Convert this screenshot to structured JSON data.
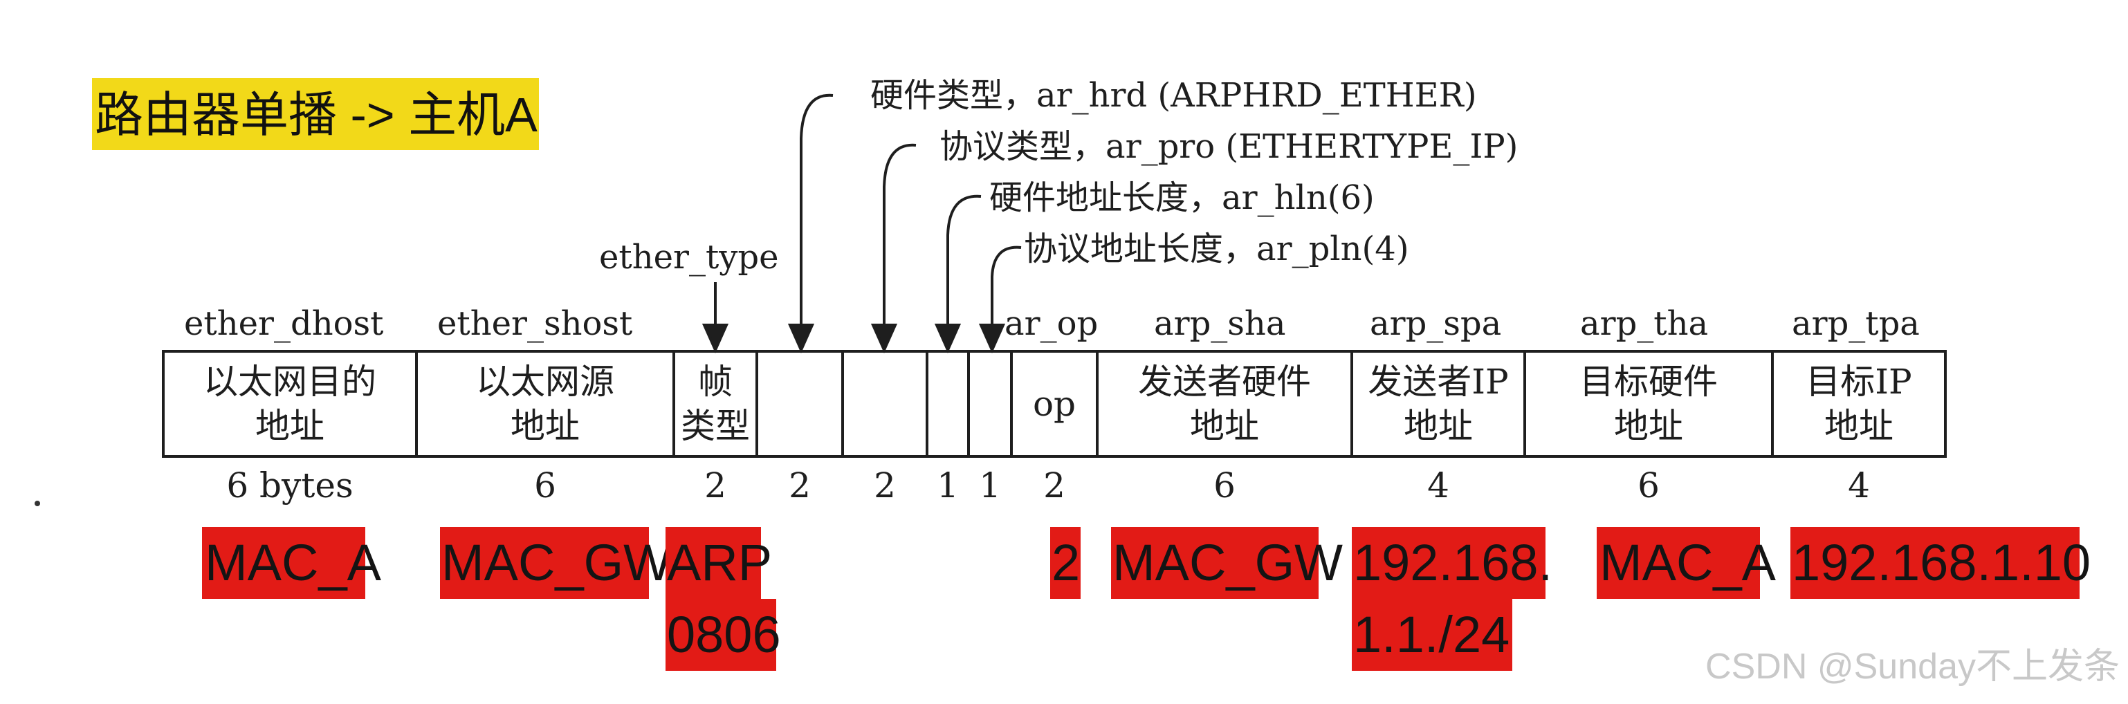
{
  "title": "路由器单播 -> 主机A",
  "annotations": {
    "ether_type": "ether_type",
    "hw_type": "硬件类型，ar_hrd (ARPHRD_ETHER)",
    "proto_type": "协议类型，ar_pro (ETHERTYPE_IP)",
    "hw_len": "硬件地址长度，ar_hln(6)",
    "proto_len": "协议地址长度，ar_pln(4)"
  },
  "field_names": [
    "ether_dhost",
    "ether_shost",
    "ar_op",
    "arp_sha",
    "arp_spa",
    "arp_tha",
    "arp_tpa"
  ],
  "cells": [
    {
      "line1": "以太网目的",
      "line2": "地址"
    },
    {
      "line1": "以太网源",
      "line2": "地址"
    },
    {
      "line1": "帧",
      "line2": "类型"
    },
    {
      "line1": "",
      "line2": ""
    },
    {
      "line1": "",
      "line2": ""
    },
    {
      "line1": "",
      "line2": ""
    },
    {
      "line1": "",
      "line2": ""
    },
    {
      "line1": "op",
      "line2": ""
    },
    {
      "line1": "发送者硬件",
      "line2": "地址"
    },
    {
      "line1": "发送者IP",
      "line2": "地址"
    },
    {
      "line1": "目标硬件",
      "line2": "地址"
    },
    {
      "line1": "目标IP",
      "line2": "地址"
    }
  ],
  "sizes": [
    "6 bytes",
    "6",
    "2",
    "2",
    "2",
    "1",
    "1",
    "2",
    "6",
    "4",
    "6",
    "4"
  ],
  "values": {
    "dhost": "MAC_A",
    "shost": "MAC_GW",
    "frame_type_1": "ARP",
    "frame_type_2": "0806",
    "op": "2",
    "sha": "MAC_GW",
    "spa_1": "192.168.",
    "spa_2": "1.1./24",
    "tha": "MAC_A",
    "tpa": "192.168.1.10"
  },
  "watermark": "CSDN @Sunday不上发条",
  "colors": {
    "highlight": "#f2d919",
    "value_fill": "#e21b16",
    "line": "#1e1e1e"
  }
}
